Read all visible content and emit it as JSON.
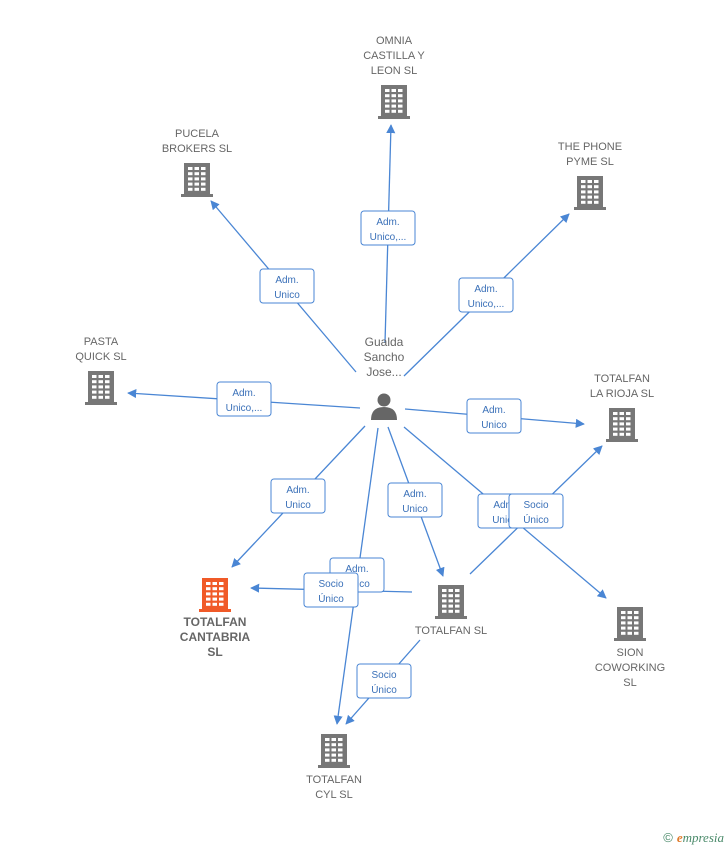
{
  "center": {
    "label": [
      "Gualda",
      "Sancho",
      "Jose..."
    ],
    "icon": "person-icon"
  },
  "companies": [
    {
      "id": "omnia",
      "label": [
        "OMNIA",
        "CASTILLA Y",
        "LEON  SL"
      ],
      "highlight": false
    },
    {
      "id": "pucela",
      "label": [
        "PUCELA",
        "BROKERS  SL"
      ],
      "highlight": false
    },
    {
      "id": "thephone",
      "label": [
        "THE PHONE",
        "PYME  SL"
      ],
      "highlight": false
    },
    {
      "id": "pasta",
      "label": [
        "PASTA",
        "QUICK  SL"
      ],
      "highlight": false
    },
    {
      "id": "rioja",
      "label": [
        "TOTALFAN",
        "LA RIOJA  SL"
      ],
      "highlight": false
    },
    {
      "id": "cantabria",
      "label": [
        "TOTALFAN",
        "CANTABRIA",
        "SL"
      ],
      "highlight": true
    },
    {
      "id": "totalfan",
      "label": [
        "TOTALFAN SL"
      ],
      "highlight": false
    },
    {
      "id": "sion",
      "label": [
        "SION",
        "COWORKING",
        "SL"
      ],
      "highlight": false
    },
    {
      "id": "cyl",
      "label": [
        "TOTALFAN",
        "CYL  SL"
      ],
      "highlight": false
    }
  ],
  "edges": [
    {
      "from": "center",
      "to": "omnia",
      "label": [
        "Adm.",
        "Unico,..."
      ]
    },
    {
      "from": "center",
      "to": "pucela",
      "label": [
        "Adm.",
        "Unico"
      ]
    },
    {
      "from": "center",
      "to": "thephone",
      "label": [
        "Adm.",
        "Unico,..."
      ]
    },
    {
      "from": "center",
      "to": "pasta",
      "label": [
        "Adm.",
        "Unico,..."
      ]
    },
    {
      "from": "center",
      "to": "rioja",
      "label": [
        "Adm.",
        "Unico"
      ]
    },
    {
      "from": "center",
      "to": "cantabria",
      "label": [
        "Adm.",
        "Unico"
      ]
    },
    {
      "from": "center",
      "to": "totalfan",
      "label": [
        "Adm.",
        "Unico"
      ]
    },
    {
      "from": "center",
      "to": "sion",
      "label": [
        "Adm.",
        "Unico"
      ]
    },
    {
      "from": "center",
      "to": "cyl",
      "label": [
        "Adm.",
        "Unico"
      ]
    },
    {
      "from": "totalfan",
      "to": "rioja",
      "label": [
        "Socio",
        "Único"
      ]
    },
    {
      "from": "totalfan",
      "to": "cantabria",
      "label": [
        "Socio",
        "Único"
      ]
    },
    {
      "from": "totalfan",
      "to": "cyl",
      "label": [
        "Socio",
        "Único"
      ]
    }
  ],
  "colors": {
    "edge": "#4a86d4",
    "building": "#777777",
    "building_highlight": "#f05a28",
    "person": "#666666"
  },
  "footer": {
    "copyright": "©",
    "brand_initial": "e",
    "brand_rest": "mpresia"
  }
}
